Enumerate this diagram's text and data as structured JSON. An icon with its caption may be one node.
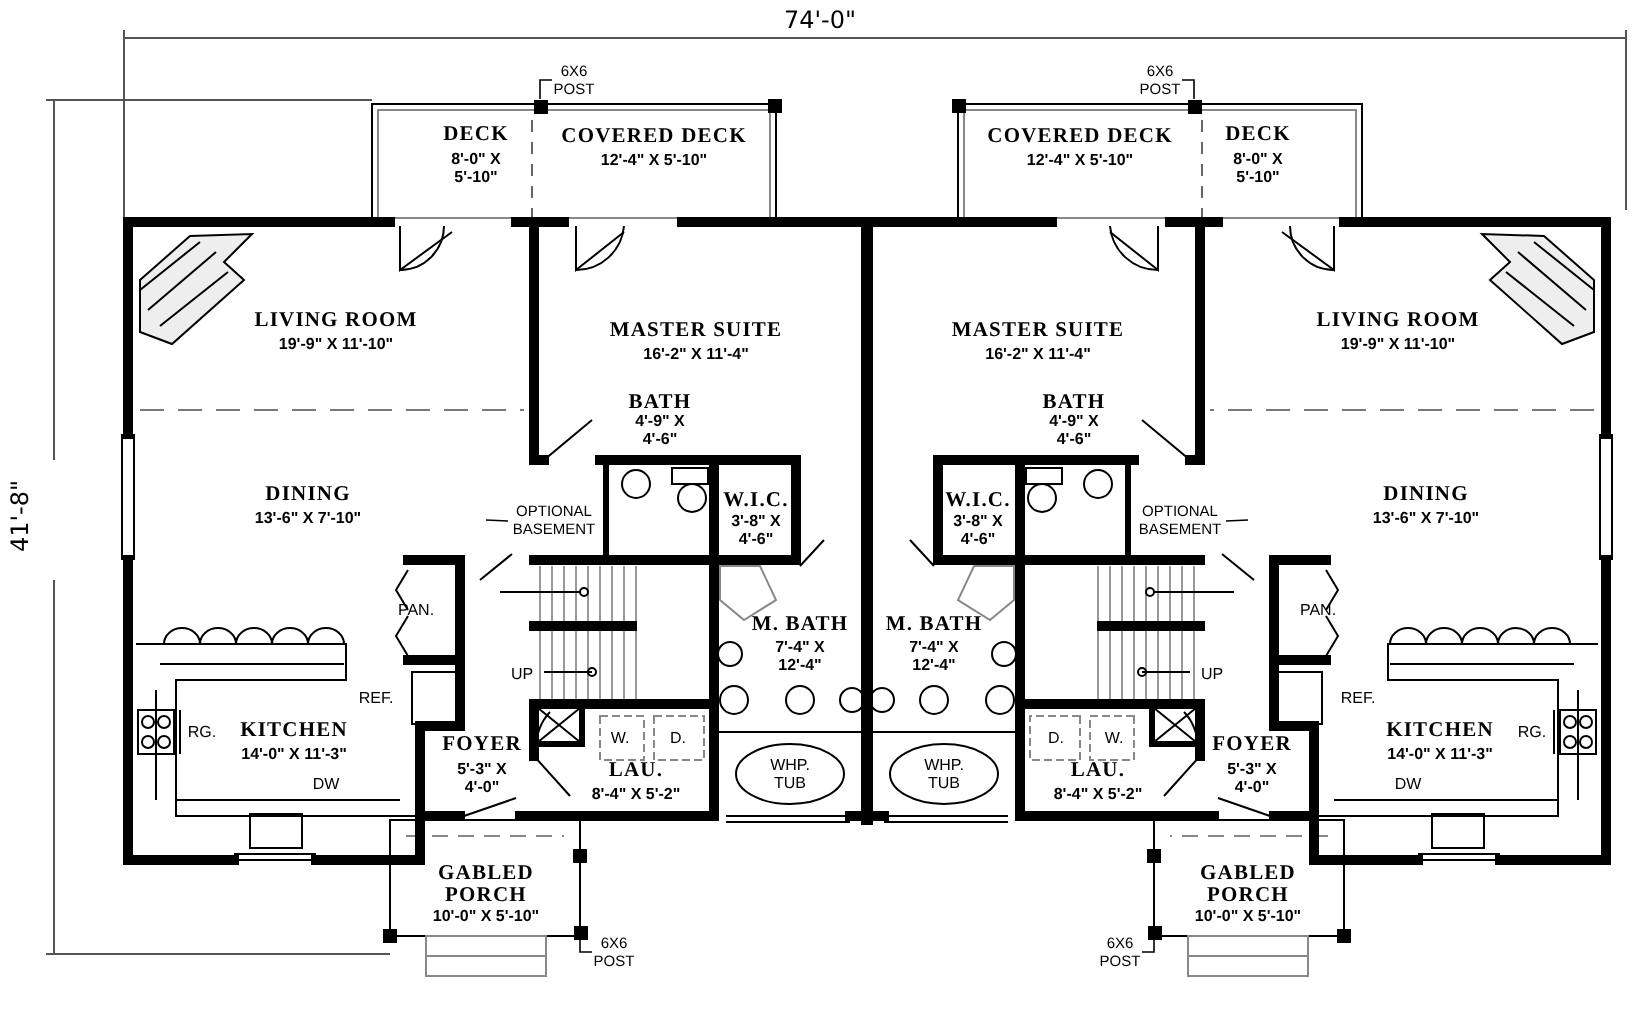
{
  "diagram": {
    "nodes": [
      {
        "text": [
          "6X6 POST"
        ]
      },
      {
        "text": [],
        "shape": "box"
      },
      {
        "text": [
          "6X6 POST"
        ]
      },
      {
        "text": [],
        "shape": "box"
      },
      {
        "text": [
          "OPTIONAL BASEMENT"
        ]
      },
      {
        "text": [
          "OPTIONAL BASEMENT"
        ]
      },
      {
        "text": [
          "6X6 POST"
        ]
      },
      {
        "text": [],
        "shape": "box"
      },
      {
        "text": [
          "6X6 POST"
        ]
      },
      {
        "text": [],
        "shape": "box"
      }
    ],
    "edges": [
      {
        "from": 0,
        "to": 1,
        "arrow": "none"
      },
      {
        "from": 2,
        "to": 3,
        "arrow": "none"
      },
      {
        "from": 4,
        "to": null,
        "arrow": "none"
      },
      {
        "from": 5,
        "to": null,
        "arrow": "none"
      },
      {
        "from": 6,
        "to": 7,
        "arrow": "none"
      },
      {
        "from": 8,
        "to": 9,
        "arrow": "none"
      }
    ],
    "labels": [
      "74'-0\"",
      "41'-8\"",
      "DECK",
      "8'-0\" X 5'-10\"",
      "COVERED DECK",
      "12'-4\" X 5'-10\"",
      "LIVING ROOM",
      "19'-9\" X 11'-10\"",
      "MASTER SUITE",
      "16'-2\" X 11'-4\"",
      "BATH",
      "4'-9\" X 4'-6\"",
      "DINING",
      "13'-6\" X 7'-10\"",
      "W.I.C.",
      "3'-8\" X 4'-6\"",
      "PAN.",
      "M. BATH",
      "7'-4\" X 12'-4\"",
      "UP",
      "REF.",
      "RG.",
      "KITCHEN",
      "14'-0\" X 11'-3\"",
      "FOYER",
      "5'-3\" X 4'-0\"",
      "W.",
      "D.",
      "LAU.",
      "8'-4\" X 5'-2\"",
      "WHP. TUB",
      "DW",
      "GABLED PORCH",
      "10'-0\" X 5'-10\"",
      "DECK",
      "8'-0\" X 5'-10\"",
      "COVERED DECK",
      "12'-4\" X 5'-10\"",
      "LIVING ROOM",
      "19'-9\" X 11'-10\"",
      "MASTER SUITE",
      "16'-2\" X 11'-4\"",
      "BATH",
      "4'-9\" X 4'-6\"",
      "DINING",
      "13'-6\" X 7'-10\"",
      "W.I.C.",
      "3'-8\" X 4'-6\"",
      "PAN.",
      "M. BATH",
      "7'-4\" X 12'-4\"",
      "UP",
      "REF.",
      "RG.",
      "KITCHEN",
      "14'-0\" X 11'-3\"",
      "FOYER",
      "5'-3\" X 4'-0\"",
      "W.",
      "D.",
      "LAU.",
      "8'-4\" X 5'-2\"",
      "WHP. TUB",
      "DW",
      "GABLED PORCH",
      "10'-0\" X 5'-10\""
    ]
  }
}
